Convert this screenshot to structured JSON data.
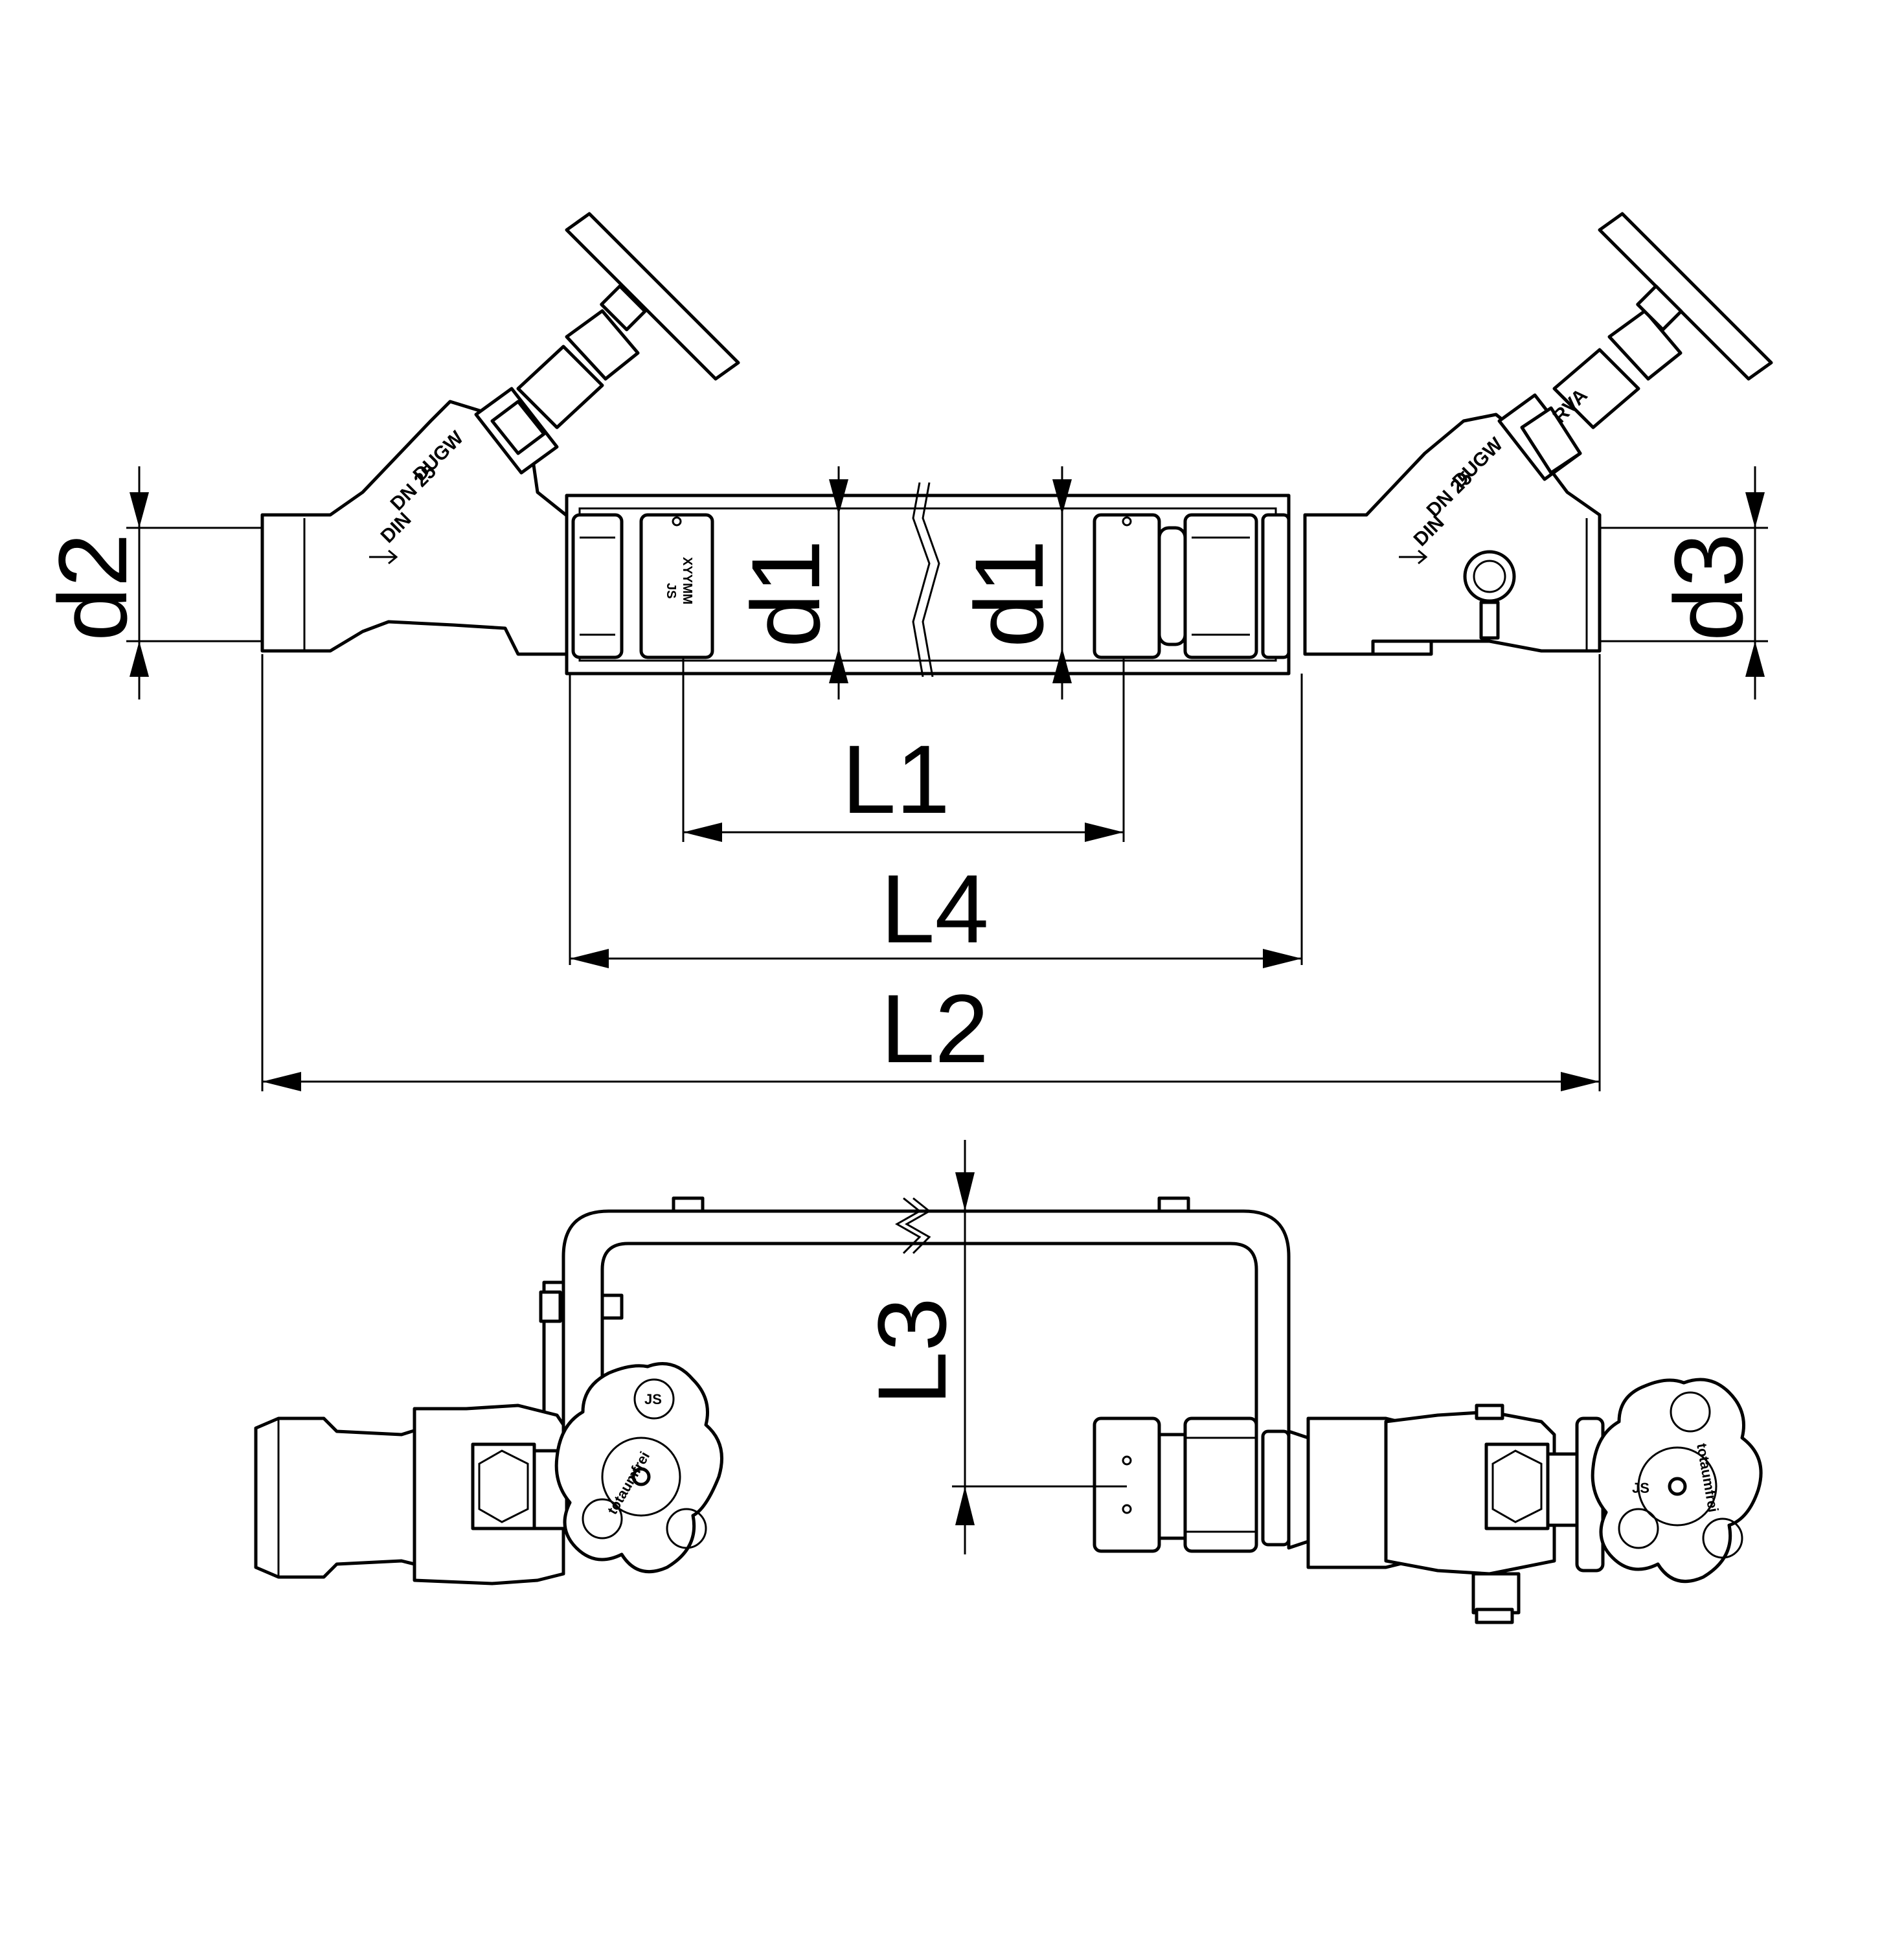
{
  "dimensions": {
    "d1_left": "d1",
    "d1_right": "d1",
    "d2": "d2",
    "d3": "d3",
    "L1": "L1",
    "L2": "L2",
    "L3": "L3",
    "L4": "L4"
  },
  "markings": {
    "left_valve_brand": "DUGW",
    "left_valve_size": "DN 25",
    "left_valve_std": "DIN",
    "right_valve_brand": "DUGW",
    "right_valve_size": "DN 25",
    "right_valve_std": "DIN",
    "right_valve_bonnet": "RVA",
    "union_brand": "JS",
    "union_code": "XYYMM",
    "handwheel_text_left": "totaumfrei",
    "handwheel_text_right": "totaumfrei",
    "handwheel_logo": "JS"
  }
}
